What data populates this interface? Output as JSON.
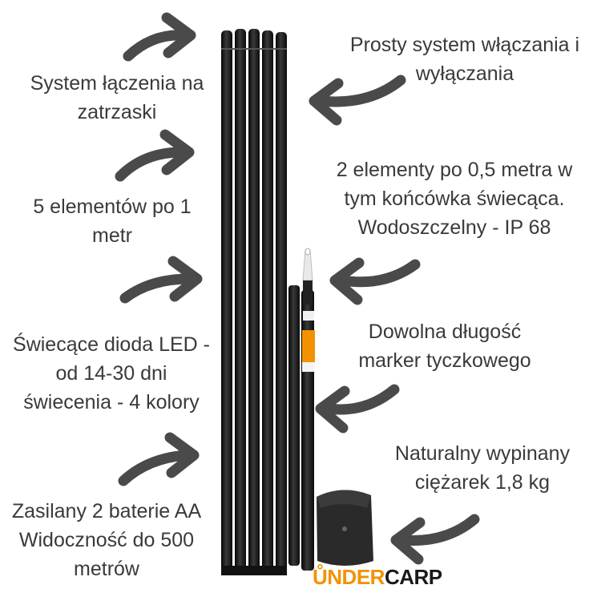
{
  "labels": {
    "snap_system": [
      "System łączenia na",
      "zatrzaski"
    ],
    "five_elements": [
      "5 elementów po 1",
      "metr"
    ],
    "led": [
      "Świecące dioda LED -",
      "od 14-30 dni",
      "świecenia - 4 kolory"
    ],
    "power": [
      "Zasilany 2 baterie AA",
      "Widoczność do 500",
      "metrów"
    ],
    "switch": [
      "Prosty system włączania i",
      "wyłączania"
    ],
    "two_elements": [
      "2 elementy po 0,5 metra w",
      "tym końcówka świecąca.",
      "Wodoszczelny - IP 68"
    ],
    "length": [
      "Dowolna długość",
      "marker tyczkowego"
    ],
    "weight": [
      "Naturalny wypinany",
      "ciężarek 1,8 kg"
    ]
  },
  "logo": {
    "u": "Ů",
    "nder": "NDER",
    "carp": "CARP"
  },
  "colors": {
    "text": "#3a3a3a",
    "arrow": "#4a4a4a",
    "pole": "#1b1b1b",
    "accent": "#f39200"
  }
}
